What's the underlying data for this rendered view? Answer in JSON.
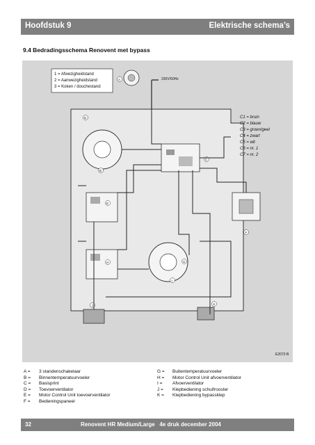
{
  "header": {
    "chapter": "Hoofdstuk 9",
    "section_title": "Elektrische schema’s"
  },
  "section_heading": "9.4 Bedradingsschema Renovent met bypass",
  "diagram": {
    "switch_legend": [
      "1 = Afwezigheidstand",
      "2 = Aanwezigheidstand",
      "3 = Koken / douchestand"
    ],
    "power_label": "230V/50Hz",
    "color_legend": [
      "C1 = bruin",
      "C2 = blauw",
      "C3 = groen/geel",
      "C4 = zwart",
      "C5 = wit",
      "C6 = nr. 1",
      "C7 = nr. 2"
    ],
    "drawing_code": "E2072-B",
    "component_tags": [
      "A",
      "B",
      "C",
      "D",
      "E",
      "F",
      "G",
      "H",
      "I",
      "J",
      "K"
    ]
  },
  "legend_left": [
    {
      "key": "A =",
      "value": "3 standenschakelaar"
    },
    {
      "key": "B =",
      "value": "Binnentemperatuurvoeler"
    },
    {
      "key": "C =",
      "value": "Basisprint"
    },
    {
      "key": "D =",
      "value": "Toevoerventilator"
    },
    {
      "key": "E =",
      "value": "Motor Control Unit toevoerventilator"
    },
    {
      "key": "F =",
      "value": "Bedieningspaneel"
    }
  ],
  "legend_right": [
    {
      "key": "G =",
      "value": "Buitentemperatuurvoeler"
    },
    {
      "key": "H =",
      "value": "Motor Control Unit afvoerventilator"
    },
    {
      "key": "I =",
      "value": "Afvoerventilator"
    },
    {
      "key": "J =",
      "value": "Klepbediening schuifrooster"
    },
    {
      "key": "K =",
      "value": "Klepbediening bypassklep"
    }
  ],
  "footer": {
    "page_number": "32",
    "title": "Renovent HR Medium/Large   4e druk december 2004"
  }
}
